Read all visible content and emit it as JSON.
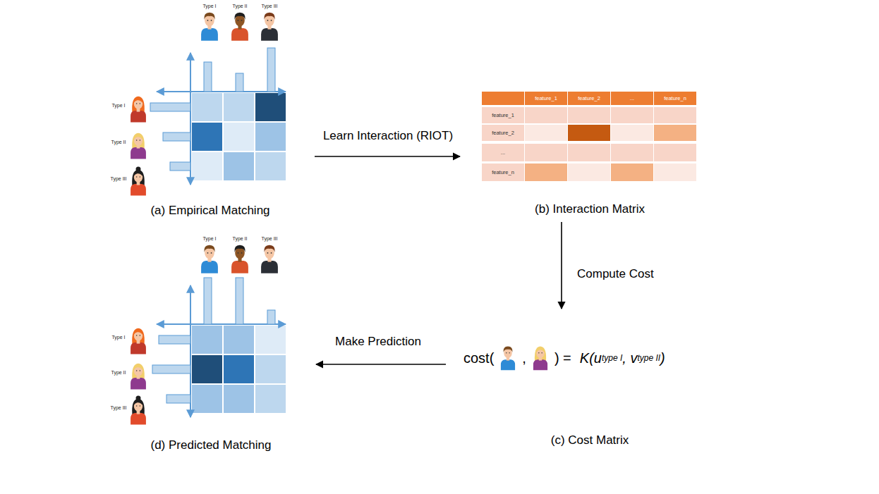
{
  "diagram": {
    "nodes": [
      {
        "text": [
          "(a) Empirical Matching"
        ]
      },
      {
        "text": [
          "(b) Interaction Matrix"
        ]
      },
      {
        "text": [
          "(c) Cost Matrix"
        ]
      },
      {
        "text": [
          "(d) Predicted Matching"
        ]
      }
    ],
    "edges": [
      {
        "from": 0,
        "to": 1,
        "arrow": "to",
        "label": "Learn Interaction (RIOT)"
      },
      {
        "from": 1,
        "to": 2,
        "arrow": "to",
        "label": "Compute Cost"
      },
      {
        "from": 2,
        "to": 3,
        "arrow": "to",
        "label": "Make Prediction"
      }
    ],
    "labels": [
      "Type I",
      "Type II",
      "Type III",
      "Type I",
      "Type II",
      "Type III",
      "feature_1",
      "feature_2",
      "...",
      "feature_n",
      "feature_1",
      "feature_2",
      "...",
      "feature_n",
      "cost(",
      ",",
      ") =",
      "K(u",
      "type I",
      ", v",
      "type II",
      ")",
      "Type I",
      "Type II",
      "Type III",
      "Type I",
      "Type II",
      "Type III"
    ]
  }
}
